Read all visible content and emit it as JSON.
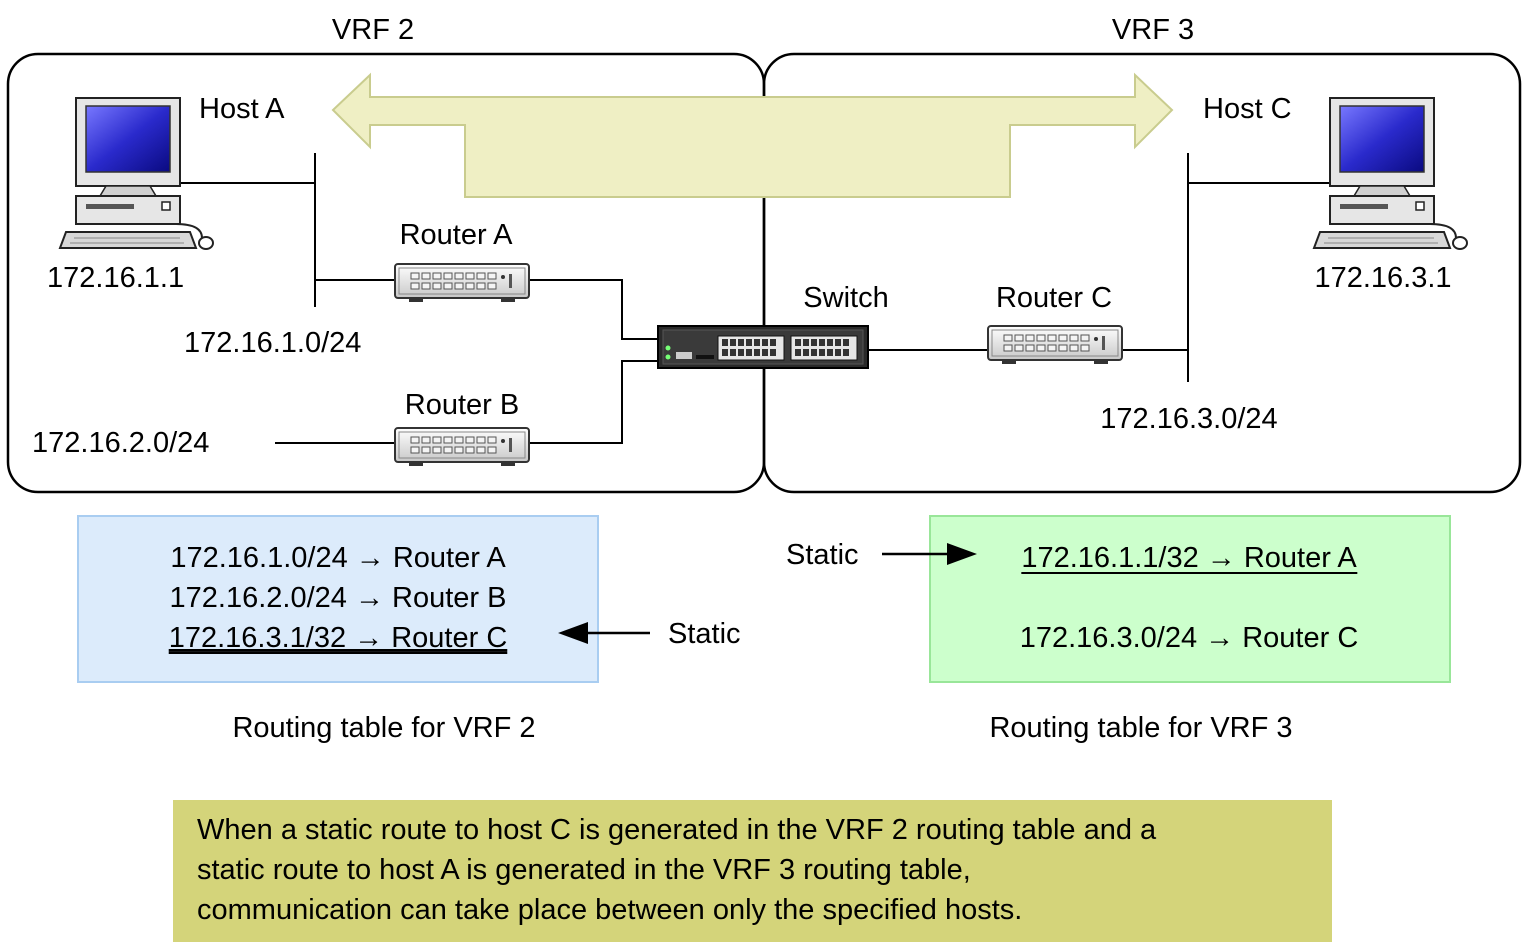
{
  "vrf2": {
    "title": "VRF 2",
    "host": {
      "name": "Host A",
      "ip": "172.16.1.1"
    },
    "router_a": "Router A",
    "router_b": "Router B",
    "net1": "172.16.1.0/24",
    "net2": "172.16.2.0/24"
  },
  "vrf3": {
    "title": "VRF 3",
    "host": {
      "name": "Host C",
      "ip": "172.16.3.1"
    },
    "router_c": "Router C",
    "net3": "172.16.3.0/24"
  },
  "switch_label": "Switch",
  "table_vrf2": {
    "routes": [
      "172.16.1.0/24 → Router A",
      "172.16.2.0/24 → Router B",
      "172.16.3.1/32 → Router C"
    ],
    "static_label": "Static",
    "caption": "Routing table for VRF 2"
  },
  "table_vrf3": {
    "routes": [
      "172.16.1.1/32 → Router A",
      "172.16.3.0/24 → Router C"
    ],
    "static_label": "Static",
    "caption": "Routing table for VRF 3"
  },
  "note": {
    "lines": [
      "When a static route to host C is generated in the VRF 2 routing table and a",
      "static route to host A is generated in the VRF 3 routing table,",
      "communication can take place between only the specified hosts."
    ]
  },
  "colors": {
    "table_vrf2_fill": "#dcebfb",
    "table_vrf2_border": "#a9cdf1",
    "table_vrf3_fill": "#ccffcc",
    "table_vrf3_border": "#99e699",
    "note_fill": "#d4d47a",
    "arrow_fill": "#efefc4",
    "arrow_border": "#c9cc8e",
    "screen": "#2a2acc"
  }
}
